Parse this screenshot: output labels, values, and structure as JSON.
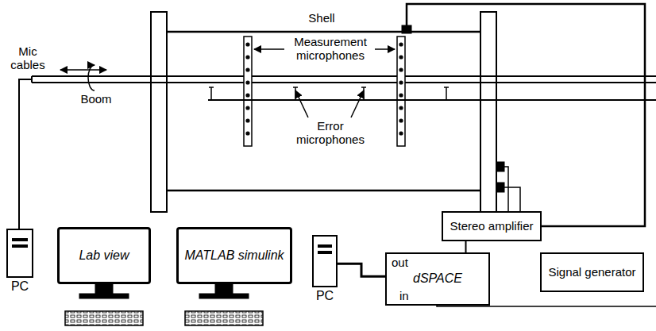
{
  "diagram": {
    "nodes": [
      {
        "text": [
          "PC"
        ]
      },
      {
        "text": [
          "Lab view"
        ]
      },
      {
        "text": [
          "MATLAB simulink"
        ]
      },
      {
        "text": [
          "PC"
        ]
      },
      {
        "text": [
          "out",
          "dSPACE",
          "in"
        ]
      },
      {
        "text": [
          "Stereo amplifier"
        ]
      },
      {
        "text": [
          "Signal generator"
        ]
      }
    ],
    "edges": [
      {
        "from": 3,
        "to": 4,
        "arrow": "none"
      },
      {
        "from": 4,
        "to": 5,
        "arrow": "none"
      }
    ],
    "labels": [
      "Shell",
      "Measurement microphones",
      "Mic cables",
      "Boom",
      "Error microphones"
    ]
  }
}
